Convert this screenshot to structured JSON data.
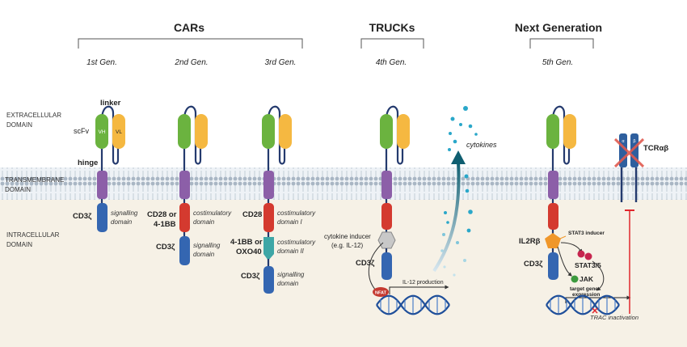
{
  "headers": {
    "cars": "CARs",
    "trucks": "TRUCKs",
    "next_generation": "Next Generation"
  },
  "generations": {
    "g1": "1st Gen.",
    "g2": "2nd Gen.",
    "g3": "3rd Gen.",
    "g4": "4th Gen.",
    "g5": "5th Gen."
  },
  "domains": {
    "extracellular_1": "EXTRACELLULAR",
    "extracellular_2": "DOMAIN",
    "transmembrane_1": "TRANSMEMBRANE",
    "transmembrane_2": "DOMAIN",
    "intracellular_1": "INTRACELLULAR",
    "intracellular_2": "DOMAIN"
  },
  "g1": {
    "linker": "linker",
    "scfv": "scFv",
    "vh": "VH",
    "vl": "VL",
    "hinge": "hinge",
    "cd3z": "CD3ζ",
    "signalling_1": "signalling",
    "signalling_2": "domain"
  },
  "g2": {
    "cd28_or": "CD28 or",
    "bb41": "4-1BB",
    "costim_1": "costimulatory",
    "costim_2": "domain",
    "cd3z": "CD3ζ",
    "signalling_1": "signalling",
    "signalling_2": "domain"
  },
  "g3": {
    "cd28": "CD28",
    "costim1_1": "costimulatory",
    "costim1_2": "domain I",
    "bb41_or": "4-1BB or",
    "ox40": "OXO40",
    "costim2_1": "costimulatory",
    "costim2_2": "domain II",
    "cd3z": "CD3ζ",
    "signalling_1": "signalling",
    "signalling_2": "domain"
  },
  "g4": {
    "inducer_1": "cytokine inducer",
    "inducer_2": "(e.g. IL-12)",
    "cd3z": "CD3ζ",
    "nfat": "NFAT",
    "il12": "IL-12 production",
    "cytokines": "cytokines"
  },
  "g5": {
    "il2rb": "IL2Rβ",
    "stat3_inducer": "STAT3 inducer",
    "stat35": "STAT3/5",
    "jak": "JAK",
    "cd3z": "CD3ζ",
    "target_1": "target gene",
    "target_2": "expression",
    "trac": "TRAC inactivation",
    "tcr": "TCRαβ",
    "alpha": "α",
    "beta": "β"
  },
  "colors": {
    "scfv_vh": "#6bb33f",
    "scfv_vl": "#f5b841",
    "linker": "#243a6e",
    "hinge": "#8c5fa8",
    "cd3z": "#3466b1",
    "costim": "#d43a2f",
    "costim2": "#3ea6a6",
    "inhibit": "#e0262c",
    "membrane": "#c9d3dd",
    "intracellular_bg": "#f6f1e6"
  }
}
